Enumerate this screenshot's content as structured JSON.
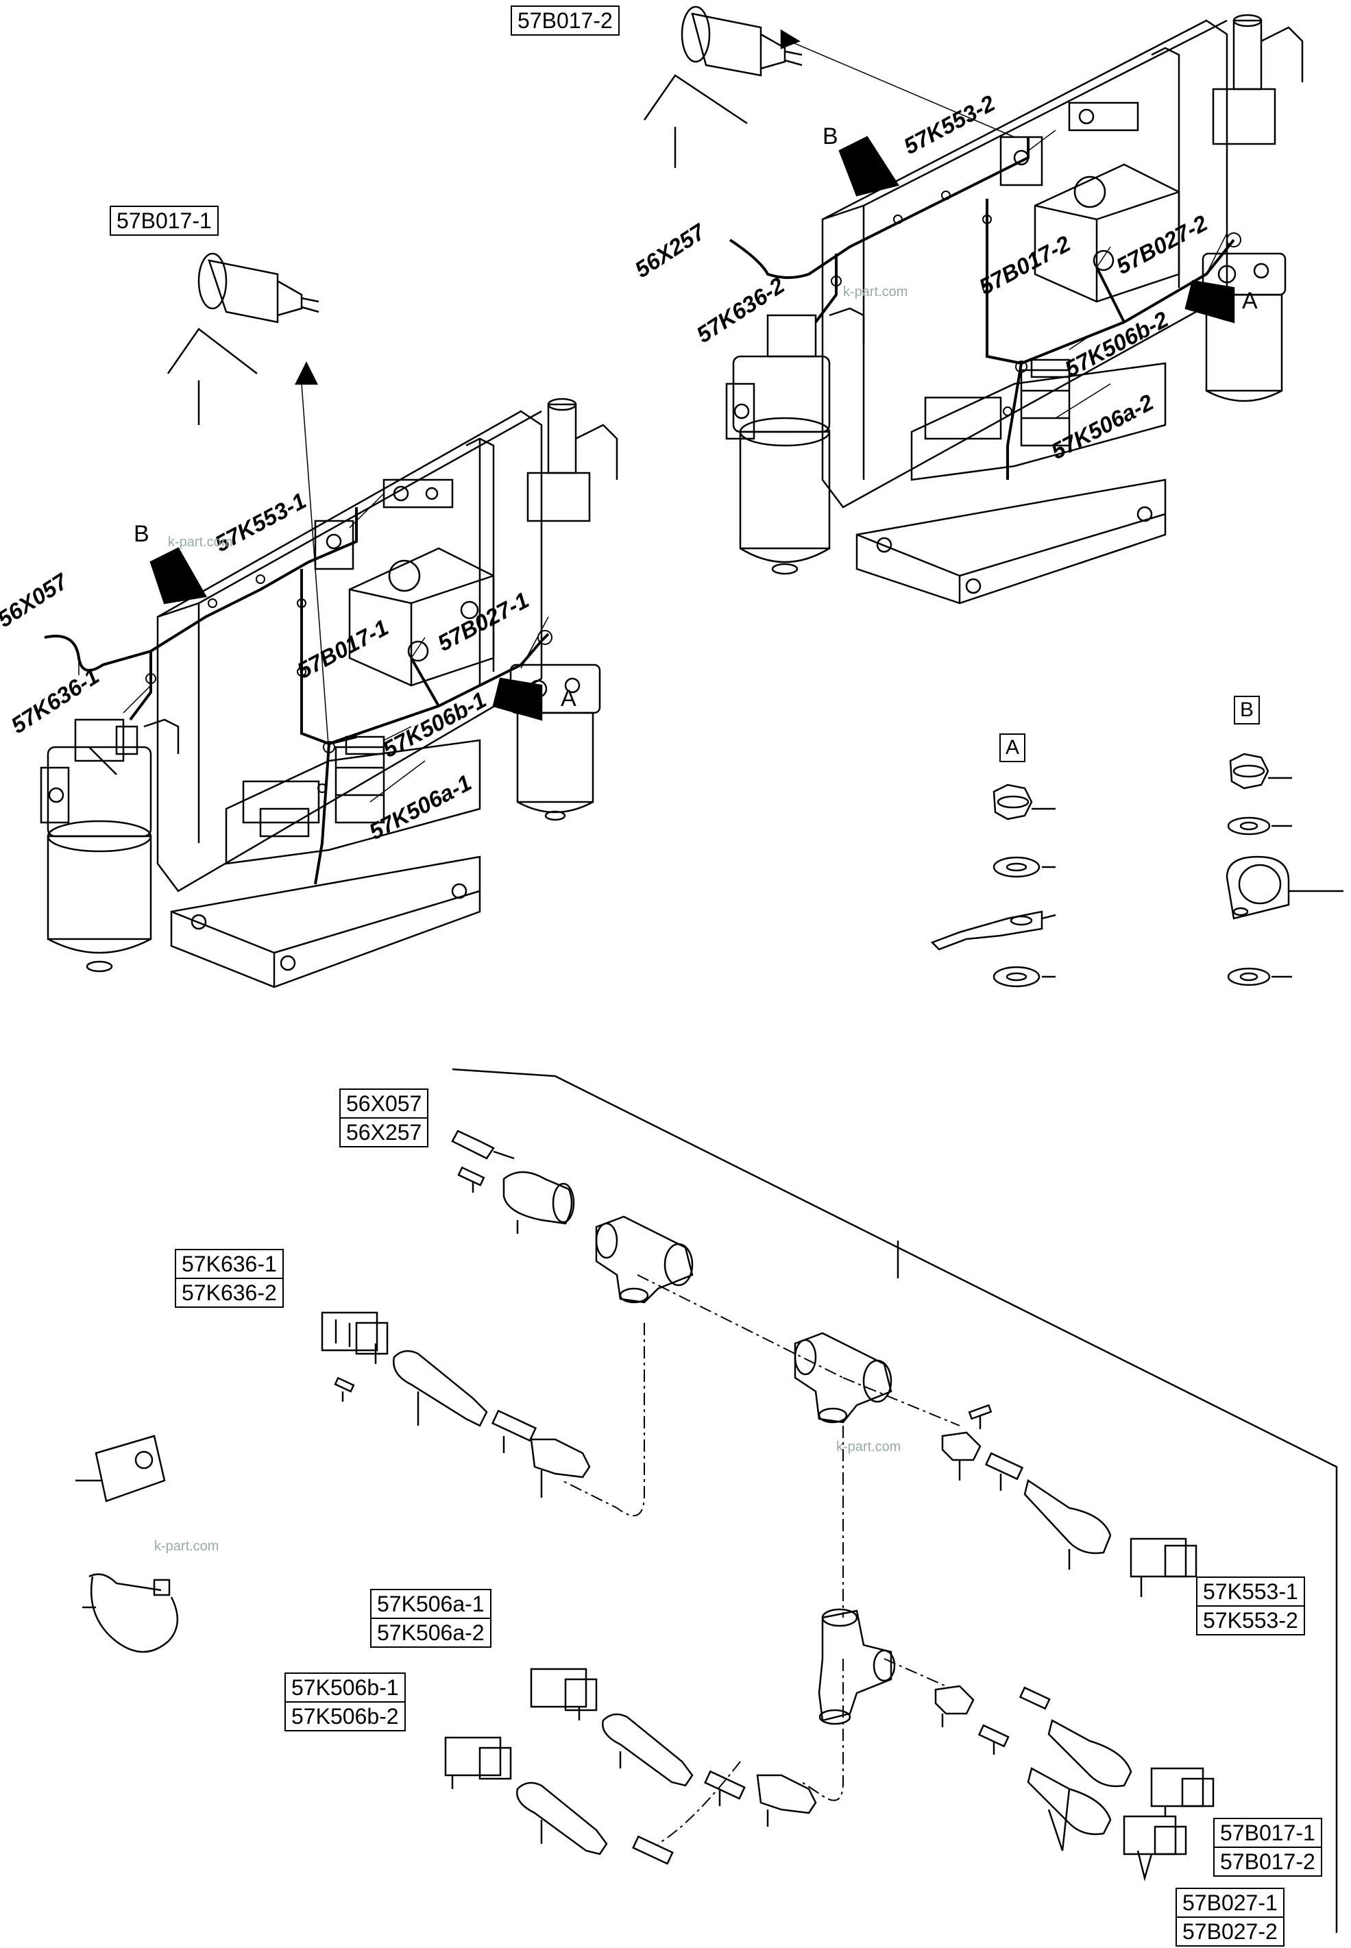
{
  "top_left_view": {
    "sensor_label": "57B017-1",
    "callouts": [
      "56X057",
      "57K636-1",
      "57K553-1",
      "57B017-1",
      "57B027-1",
      "57K506b-1",
      "57K506a-1"
    ],
    "arrow_a": "A",
    "arrow_b": "B"
  },
  "top_right_view": {
    "sensor_label": "57B017-2",
    "callouts": [
      "56X257",
      "57K636-2",
      "57K553-2",
      "57B017-2",
      "57B027-2",
      "57K506b-2",
      "57K506a-2"
    ],
    "arrow_a": "A",
    "arrow_b": "B"
  },
  "detail_a": {
    "label": "A"
  },
  "detail_b": {
    "label": "B"
  },
  "parts": {
    "connector_56x": [
      "56X057",
      "56X257"
    ],
    "k636": [
      "57K636-1",
      "57K636-2"
    ],
    "k553": [
      "57K553-1",
      "57K553-2"
    ],
    "k506a": [
      "57K506a-1",
      "57K506a-2"
    ],
    "k506b": [
      "57K506b-1",
      "57K506b-2"
    ],
    "b017": [
      "57B017-1",
      "57B017-2"
    ],
    "b027": [
      "57B027-1",
      "57B027-2"
    ]
  },
  "watermark": "k-part.com"
}
